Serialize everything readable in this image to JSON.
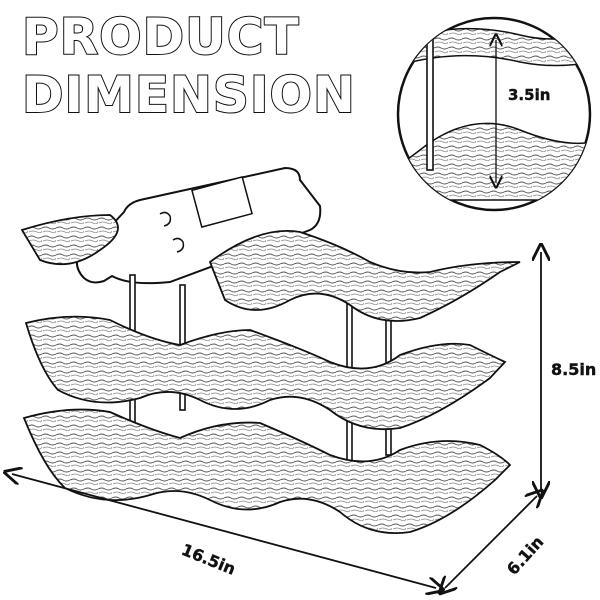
{
  "title": {
    "line1": "PRODUCT",
    "line2": "DIMENSION"
  },
  "dimensions": {
    "width": "16.5in",
    "depth": "6.1in",
    "height": "8.5in",
    "tier_spacing": "3.5in"
  },
  "colors": {
    "ink": "#111111",
    "fill": "#ffffff",
    "texture": "#666666"
  }
}
